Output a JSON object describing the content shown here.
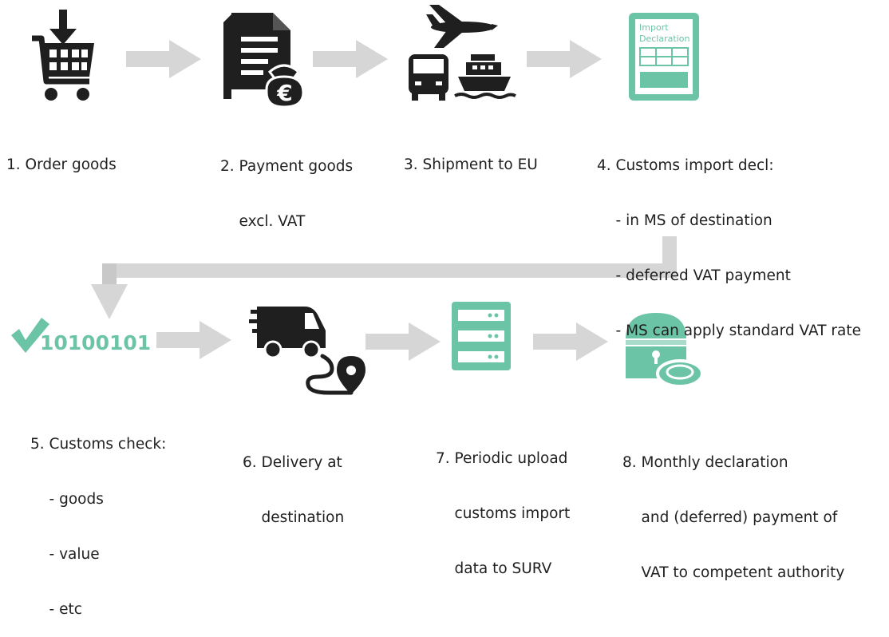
{
  "colors": {
    "teal": "#6cc4a6",
    "black": "#1f1f1f",
    "arrow_gray": "#d6d6d6"
  },
  "steps": [
    {
      "lines": [
        "1. Order goods"
      ],
      "icon": "shopping-cart-icon"
    },
    {
      "lines": [
        "2. Payment goods",
        "    excl. VAT"
      ],
      "icon": "invoice-euro-icon"
    },
    {
      "lines": [
        "3. Shipment to EU"
      ],
      "icon": "plane-truck-ship-icon"
    },
    {
      "lines": [
        "4. Customs import decl:",
        "    - in MS of destination",
        "    - deferred VAT payment",
        "    - MS can apply standard VAT rate"
      ],
      "icon": "import-declaration-icon"
    },
    {
      "lines": [
        "5. Customs check:",
        "    - goods",
        "    - value",
        "    - etc"
      ],
      "icon": "checkmark-binary-icon"
    },
    {
      "lines": [
        "6. Delivery at",
        "    destination"
      ],
      "icon": "delivery-van-pin-icon"
    },
    {
      "lines": [
        "7. Periodic upload",
        "    customs import",
        "    data to SURV"
      ],
      "icon": "server-icon"
    },
    {
      "lines": [
        "8. Monthly declaration",
        "    and (deferred) payment of",
        "    VAT to competent authority"
      ],
      "icon": "treasure-chest-coin-icon"
    }
  ],
  "icon_text": {
    "declaration_title_1": "Import",
    "declaration_title_2": "Declaration",
    "binary_digits": "10100101",
    "currency_symbol": "€"
  }
}
